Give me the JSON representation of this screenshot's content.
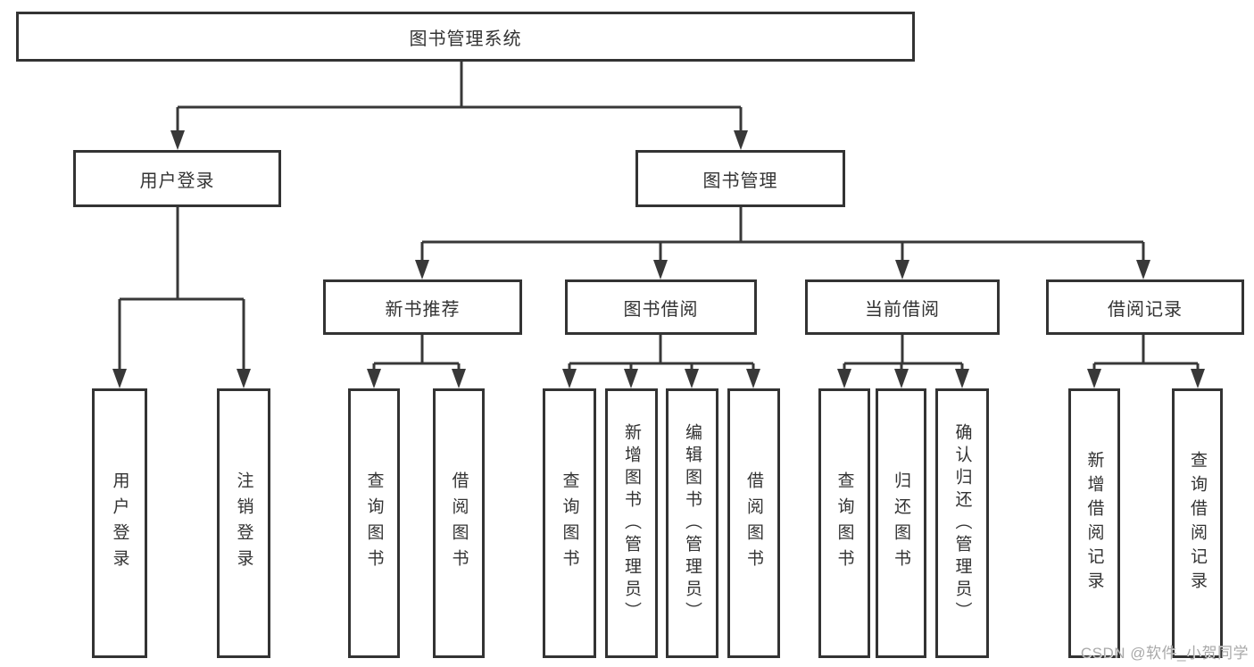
{
  "tree": {
    "root_label": "图书管理系统",
    "user_login": {
      "label": "用户登录",
      "children": [
        "用户登录",
        "注销登录"
      ]
    },
    "book_mgmt": {
      "label": "图书管理",
      "modules": [
        {
          "label": "新书推荐",
          "children": [
            "查询图书",
            "借阅图书"
          ]
        },
        {
          "label": "图书借阅",
          "children": [
            "查询图书",
            "新增图书（管理员）",
            "编辑图书（管理员）",
            "借阅图书"
          ]
        },
        {
          "label": "当前借阅",
          "children": [
            "查询图书",
            "归还图书",
            "确认归还（管理员）"
          ]
        },
        {
          "label": "借阅记录",
          "children": [
            "新增借阅记录",
            "查询借阅记录"
          ]
        }
      ]
    }
  },
  "watermark": "CSDN @软件_小贺同学",
  "colors": {
    "line": "#383838",
    "box_border": "#333333",
    "text": "#333333",
    "background": "#ffffff",
    "watermark_text": "#a9a9a9"
  }
}
